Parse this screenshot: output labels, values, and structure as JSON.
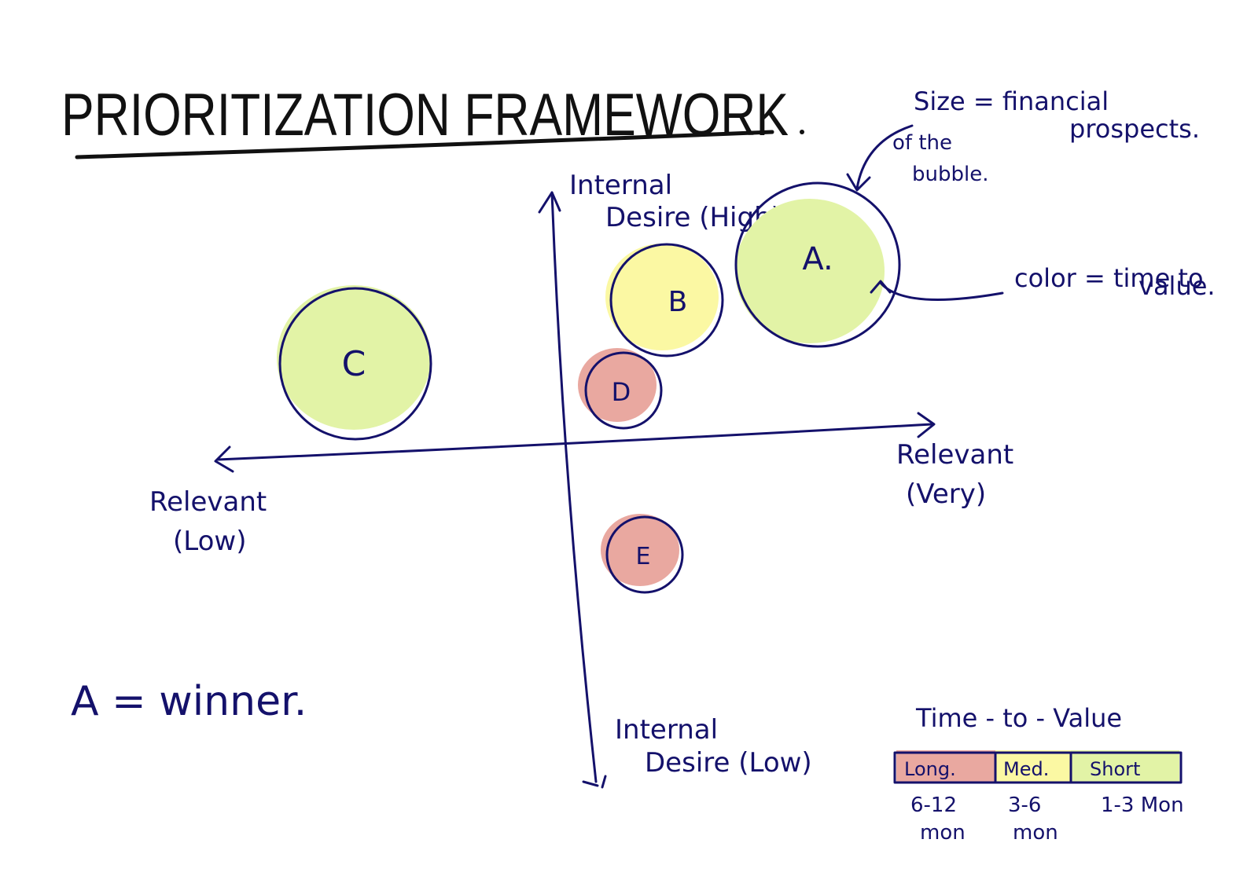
{
  "title": "PRIORITIZATION FRAMEWORK",
  "axes": {
    "y_top": [
      "Internal",
      "Desire (High)"
    ],
    "y_bottom": [
      "Internal",
      "Desire (Low)"
    ],
    "x_right": [
      "Relevant",
      "(Very)"
    ],
    "x_left": [
      "Relevant",
      "(Low)"
    ]
  },
  "annotations": {
    "size": [
      "Size = financial",
      "prospects."
    ],
    "size_sub": [
      "of the",
      "bubble."
    ],
    "color": [
      "color = time to",
      "value."
    ],
    "winner": "A = winner."
  },
  "colors": {
    "short": "#e2f3a6",
    "medium": "#fbf8a3",
    "long": "#e9a8a0",
    "ink": "#14116b"
  },
  "bubbles": [
    {
      "label": "A.",
      "relevance": 0.72,
      "desire": 0.72,
      "financial": "largest",
      "time": "short"
    },
    {
      "label": "B",
      "relevance": 0.34,
      "desire": 0.6,
      "financial": "medium",
      "time": "medium"
    },
    {
      "label": "C",
      "relevance": -0.6,
      "desire": 0.38,
      "financial": "large",
      "time": "short"
    },
    {
      "label": "D",
      "relevance": 0.15,
      "desire": 0.19,
      "financial": "small",
      "time": "long"
    },
    {
      "label": "E",
      "relevance": 0.25,
      "desire": -0.38,
      "financial": "small",
      "time": "long"
    }
  ],
  "legend": {
    "title": "Time - to - Value",
    "segments": [
      {
        "label": "Long.",
        "range": [
          "6-12",
          "mon"
        ],
        "color": "long"
      },
      {
        "label": "Med.",
        "range": [
          "3-6",
          "mon"
        ],
        "color": "medium"
      },
      {
        "label": "Short",
        "range": [
          "1-3 Mon"
        ],
        "color": "short"
      }
    ]
  }
}
